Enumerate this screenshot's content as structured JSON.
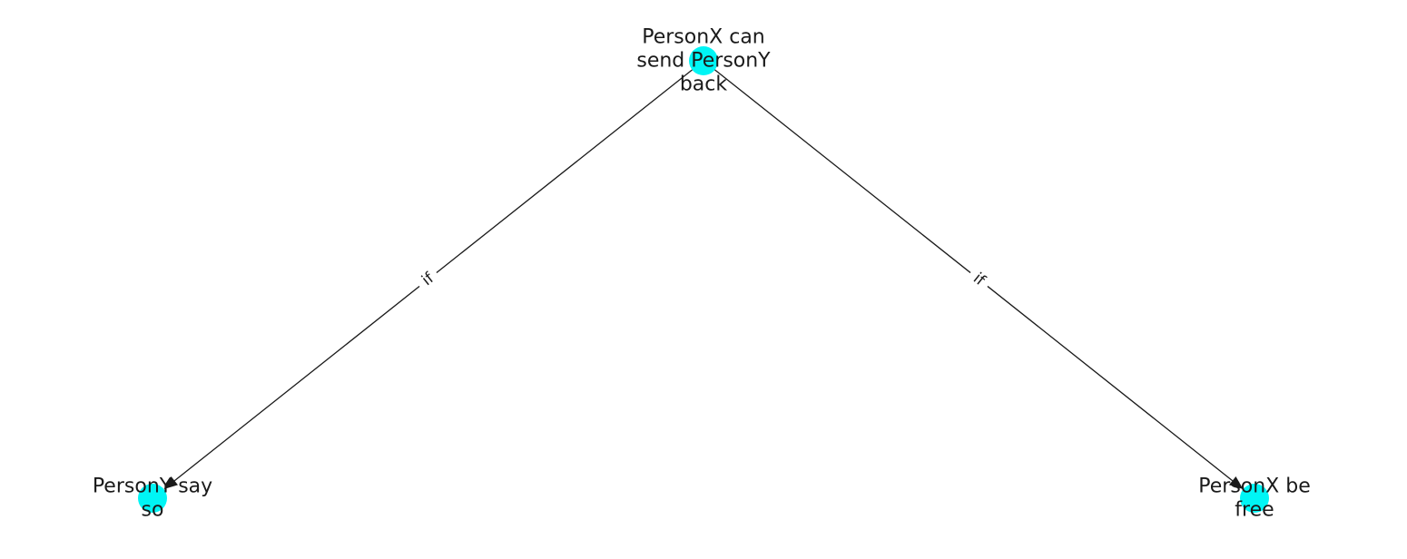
{
  "colors": {
    "node_fill": "#00f5f5",
    "edge": "#1a1a1a",
    "text": "#1a1a1a"
  },
  "nodes": [
    {
      "id": "n0",
      "lines": [
        "PersonX can",
        "send PersonY",
        "back"
      ]
    },
    {
      "id": "n1",
      "lines": [
        "PersonY say",
        "so"
      ]
    },
    {
      "id": "n2",
      "lines": [
        "PersonX be",
        "free"
      ]
    }
  ],
  "edges": [
    {
      "from": "n0",
      "to": "n1",
      "label": "if"
    },
    {
      "from": "n0",
      "to": "n2",
      "label": "if"
    }
  ]
}
